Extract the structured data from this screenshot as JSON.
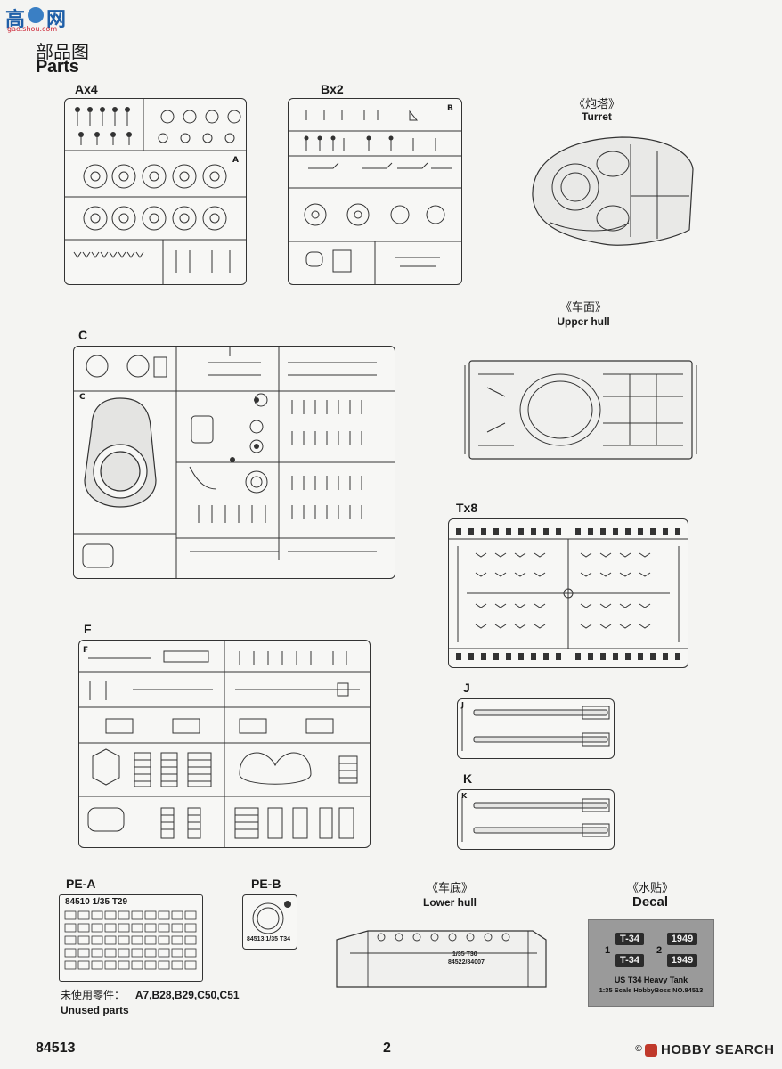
{
  "watermark": {
    "logo_cn": "高",
    "logo_cn2": "网",
    "site": "gao.shou.com"
  },
  "header": {
    "title_cn": "部品图",
    "title_en": "Parts"
  },
  "sprues": {
    "ax4": {
      "label": "Ax4",
      "letter": "A"
    },
    "bx2": {
      "label": "Bx2",
      "letter": "B"
    },
    "c": {
      "label": "C",
      "letter": "C"
    },
    "f": {
      "label": "F",
      "letter": "F"
    },
    "tx8": {
      "label": "Tx8"
    },
    "j": {
      "label": "J",
      "letter": "J"
    },
    "k": {
      "label": "K",
      "letter": "K"
    }
  },
  "assemblies": {
    "turret": {
      "cn": "《炮塔》",
      "en": "Turret"
    },
    "upper_hull": {
      "cn": "《车面》",
      "en": "Upper hull"
    },
    "lower_hull": {
      "cn": "《车底》",
      "en": "Lower hull",
      "plate_text1": "1/35 T30",
      "plate_text2": "84522/84007"
    },
    "decal": {
      "cn": "《水贴》",
      "en": "Decal"
    }
  },
  "pe_a": {
    "label": "PE-A",
    "plate_text": "84510 1/35 T29"
  },
  "pe_b": {
    "label": "PE-B",
    "plate_text": "84513 1/35 T34"
  },
  "decal_sheet": {
    "num1": "1",
    "num2": "2",
    "tag1": "T-34",
    "tag2": "T-34",
    "year1": "1949",
    "year2": "1949",
    "line1": "US T34 Heavy Tank",
    "line2": "1:35 Scale HobbyBoss NO.84513"
  },
  "unused": {
    "cn_label": "未使用零件：",
    "parts": "A7,B28,B29,C50,C51",
    "en_label": "Unused parts"
  },
  "footer": {
    "model_no": "84513",
    "page_no": "2",
    "brand_logo": "HOBBY SEARCH",
    "copyright": "©"
  }
}
